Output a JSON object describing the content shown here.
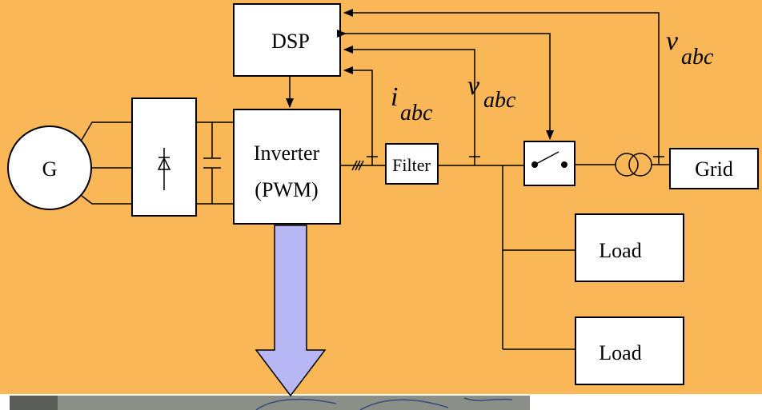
{
  "diagram": {
    "blocks": {
      "generator": "G",
      "dsp": "DSP",
      "inverter_line1": "Inverter",
      "inverter_line2": "(PWM)",
      "filter": "Filter",
      "grid": "Grid",
      "load_1": "Load",
      "load_2": "Load"
    },
    "signals": {
      "current_main": "i",
      "current_sub": "abc",
      "voltage_mid_main": "v",
      "voltage_mid_sub": "abc",
      "voltage_grid_main": "v",
      "voltage_grid_sub": "abc"
    },
    "colors": {
      "background": "#F9B757",
      "arrow_fill": "#B7B7F5",
      "line": "#000000"
    }
  }
}
